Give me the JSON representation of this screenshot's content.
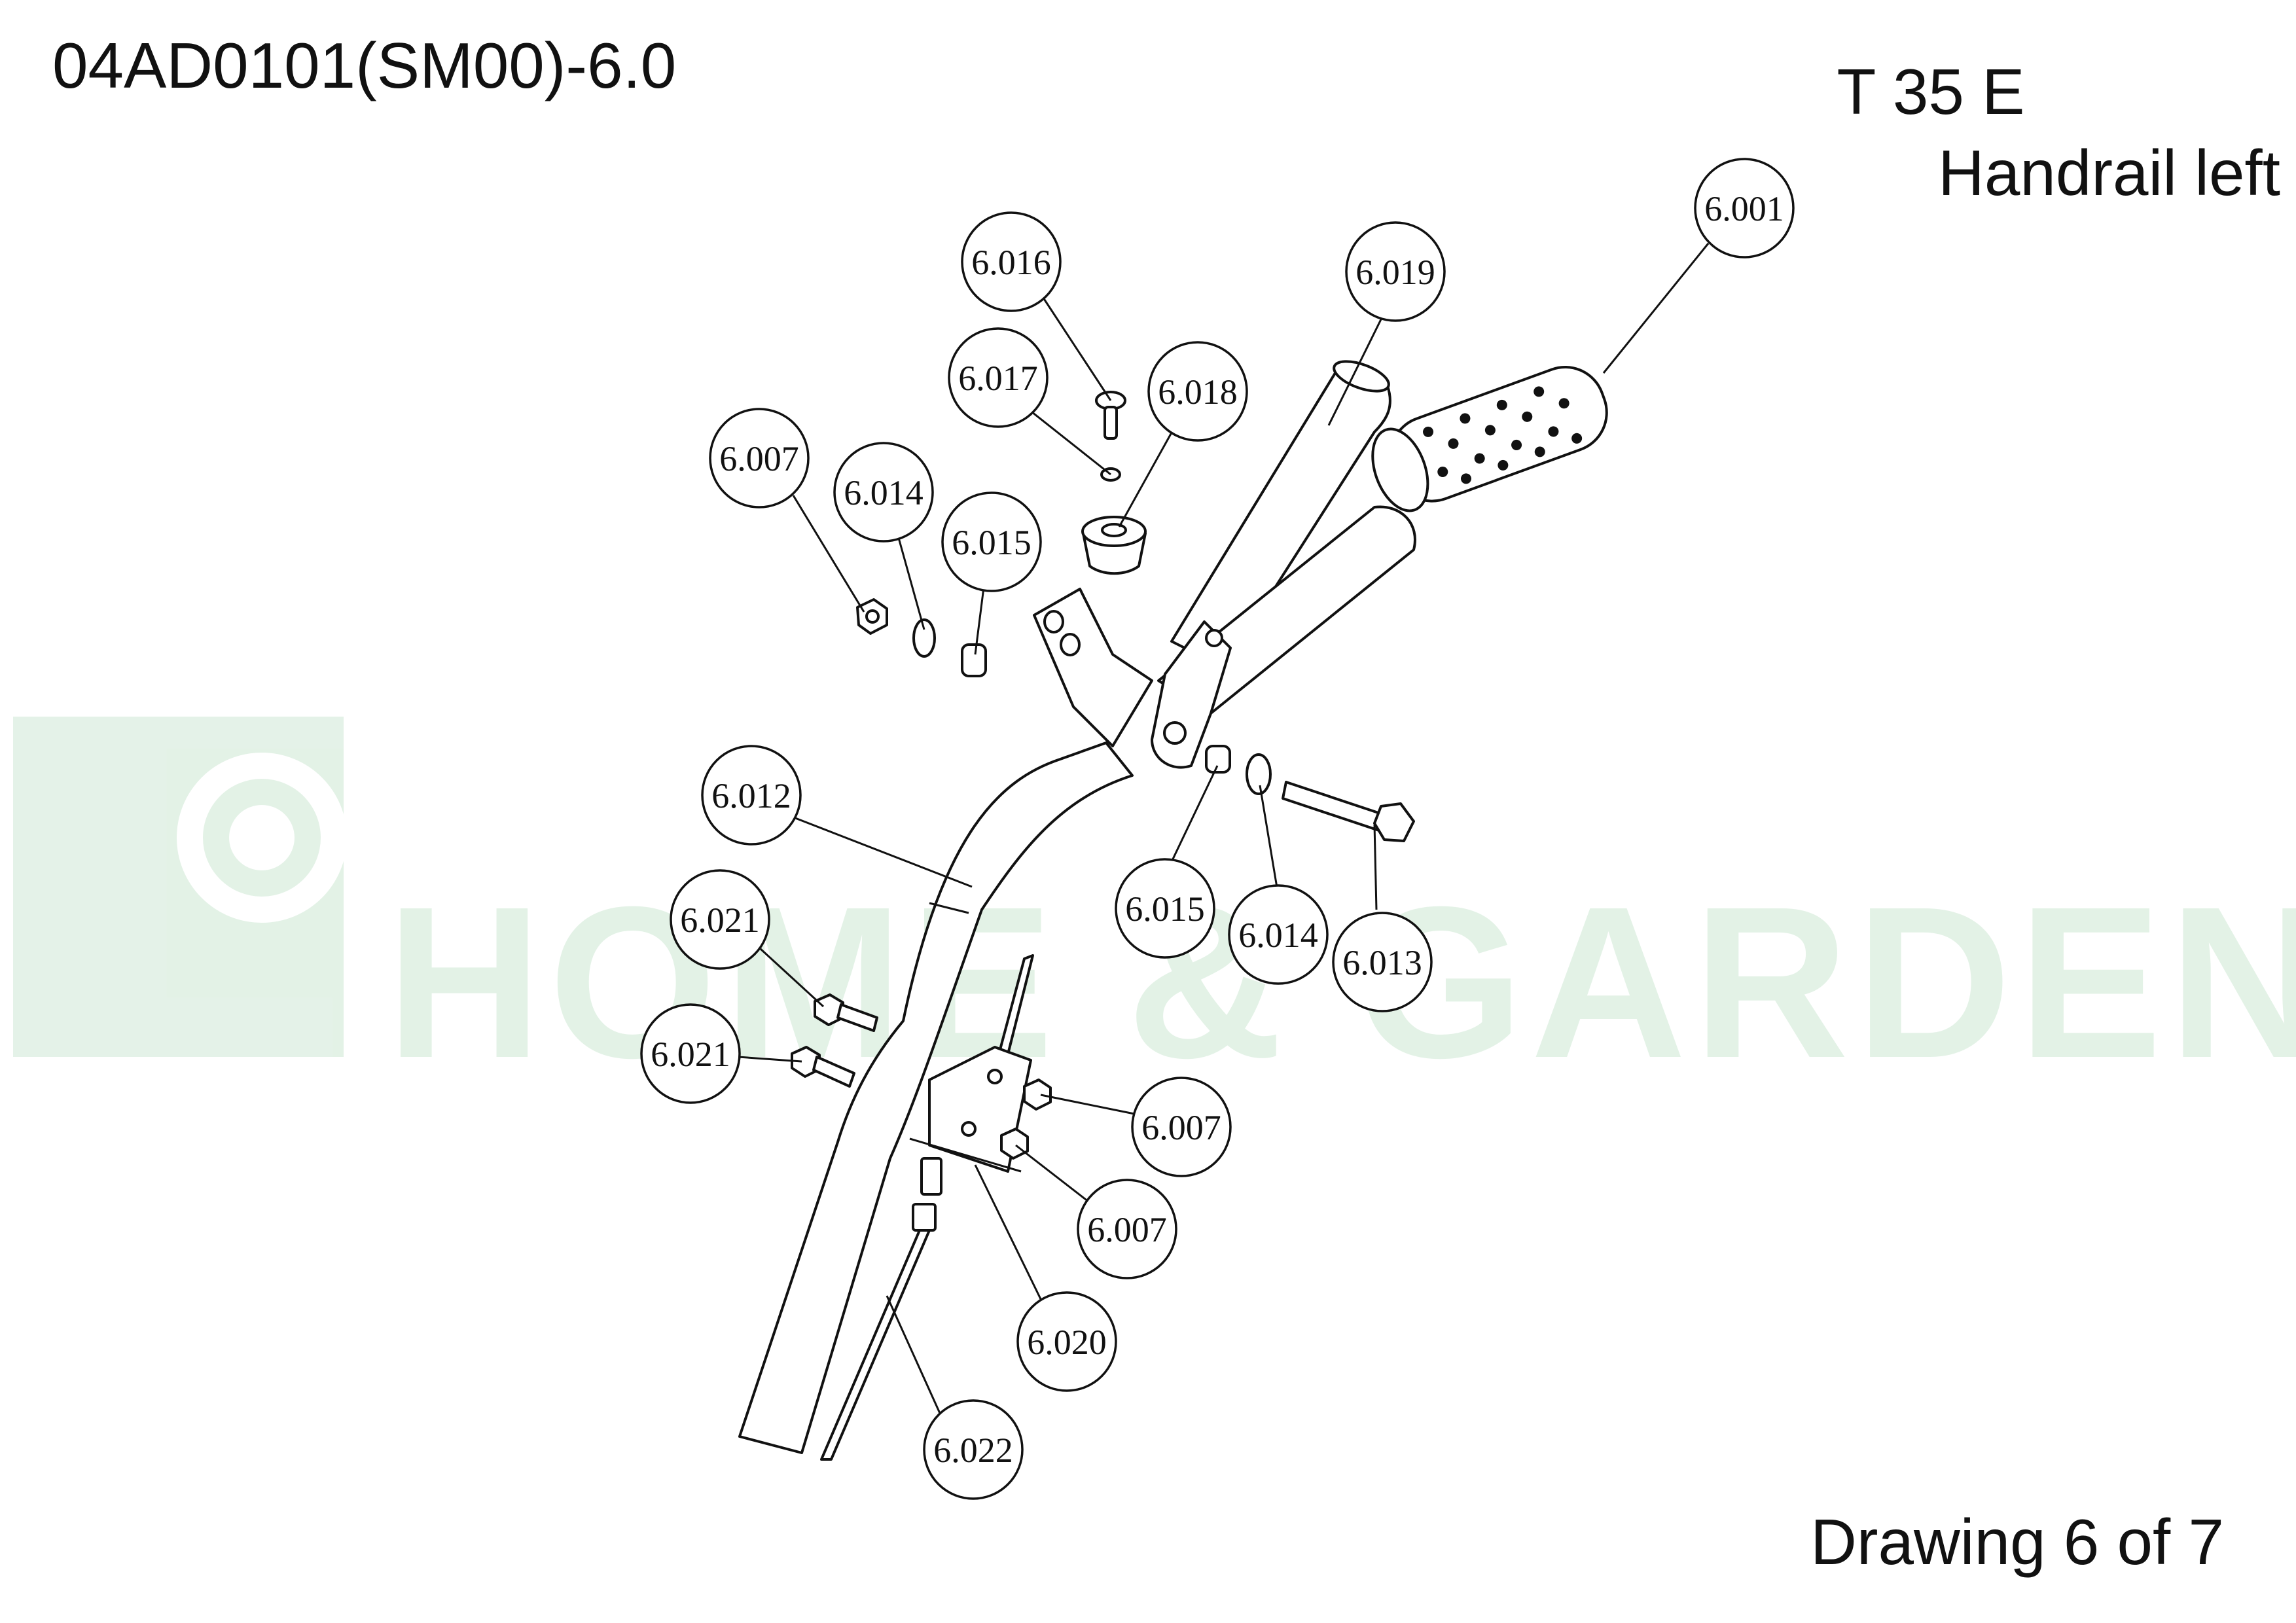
{
  "header": {
    "doc_code": "04AD0101(SM00)-6.0",
    "model": "T 35 E",
    "title": "Handrail left"
  },
  "footer": {
    "drawing_no": "Drawing 6 of 7"
  },
  "watermark": {
    "text": "HOME & GARDEN",
    "color": "#2e9e4a"
  },
  "callouts": [
    "6.001",
    "6.016",
    "6.019",
    "6.017",
    "6.018",
    "6.007",
    "6.014",
    "6.015",
    "6.012",
    "6.015",
    "6.014",
    "6.013",
    "6.021",
    "6.021",
    "6.007",
    "6.007",
    "6.020",
    "6.022"
  ]
}
